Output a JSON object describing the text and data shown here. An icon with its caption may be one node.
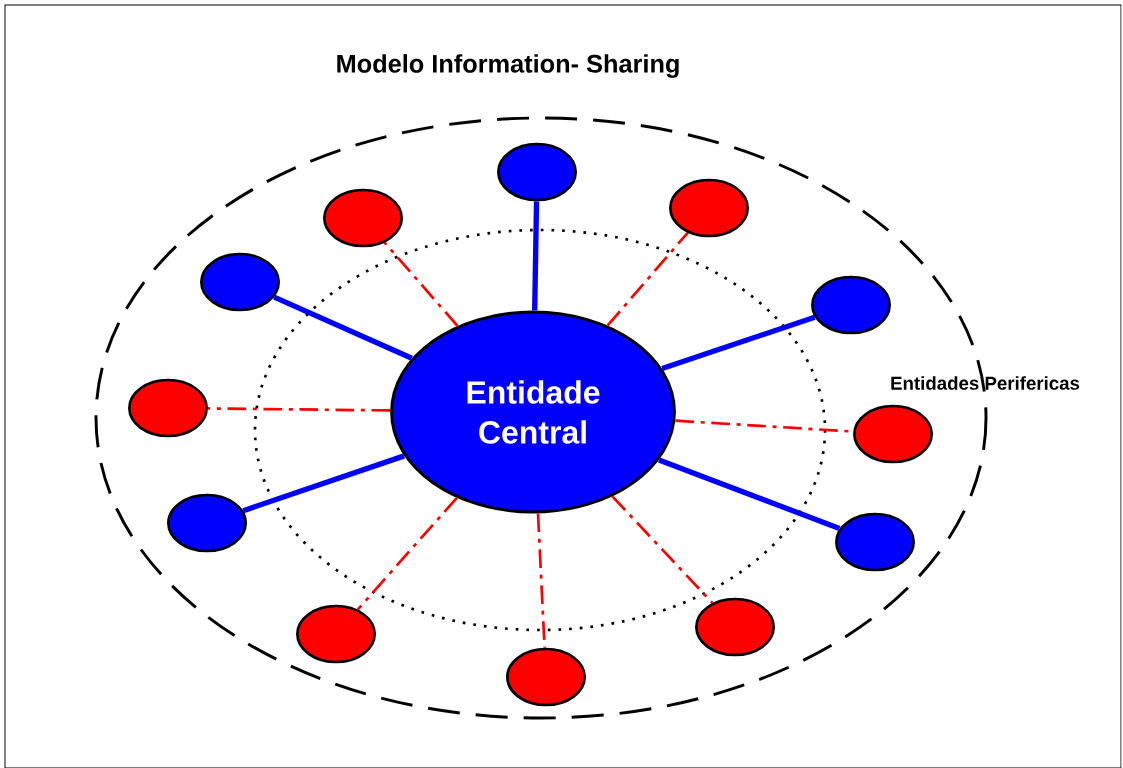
{
  "diagram": {
    "title": "Modelo Information- Sharing",
    "nodes": [
      {
        "text": [
          "Entidade Central"
        ]
      },
      {
        "text": [],
        "shape": "circle"
      },
      {
        "text": [],
        "shape": "circle"
      },
      {
        "text": [],
        "shape": "circle"
      },
      {
        "text": [],
        "shape": "circle"
      },
      {
        "text": [],
        "shape": "circle"
      },
      {
        "text": [],
        "shape": "circle"
      },
      {
        "text": [],
        "shape": "circle"
      },
      {
        "text": [],
        "shape": "circle"
      },
      {
        "text": [],
        "shape": "circle"
      },
      {
        "text": [],
        "shape": "circle"
      },
      {
        "text": [],
        "shape": "circle"
      },
      {
        "text": [],
        "shape": "circle"
      }
    ],
    "edges": [
      {
        "from": 0,
        "to": 1,
        "arrow": "none",
        "style": "thick",
        "color": "#0000ff"
      },
      {
        "from": 0,
        "to": 2,
        "arrow": "none",
        "style": "dashed",
        "color": "#ff0000"
      },
      {
        "from": 0,
        "to": 3,
        "arrow": "none",
        "style": "dashed",
        "color": "#ff0000"
      },
      {
        "from": 0,
        "to": 4,
        "arrow": "none",
        "style": "thick",
        "color": "#0000ff"
      },
      {
        "from": 0,
        "to": 5,
        "arrow": "none",
        "style": "thick",
        "color": "#0000ff"
      },
      {
        "from": 0,
        "to": 6,
        "arrow": "none",
        "style": "dashed",
        "color": "#ff0000"
      },
      {
        "from": 0,
        "to": 7,
        "arrow": "none",
        "style": "dashed",
        "color": "#ff0000"
      },
      {
        "from": 0,
        "to": 8,
        "arrow": "none",
        "style": "thick",
        "color": "#0000ff"
      },
      {
        "from": 0,
        "to": 9,
        "arrow": "none",
        "style": "thick",
        "color": "#0000ff"
      },
      {
        "from": 0,
        "to": 10,
        "arrow": "none",
        "style": "dashed",
        "color": "#ff0000"
      },
      {
        "from": 0,
        "to": 11,
        "arrow": "none",
        "style": "dashed",
        "color": "#ff0000"
      },
      {
        "from": 0,
        "to": 12,
        "arrow": "none",
        "style": "dashed",
        "color": "#ff0000"
      }
    ],
    "labels": [
      "Entidades Perifericas"
    ]
  }
}
